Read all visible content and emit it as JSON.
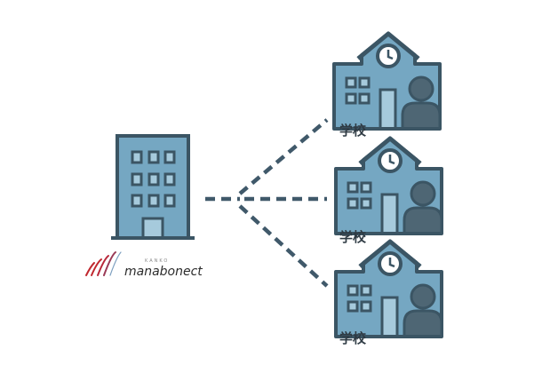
{
  "colors": {
    "fill": "#75a7c2",
    "light": "#a6cadc",
    "stroke": "#3b5564",
    "person": "#4e6674",
    "dash": "#40596a"
  },
  "logo": {
    "brand_small": "KANKO",
    "brand": "manabonect"
  },
  "schools": [
    {
      "label": "学校"
    },
    {
      "label": "学校"
    },
    {
      "label": "学校"
    }
  ]
}
